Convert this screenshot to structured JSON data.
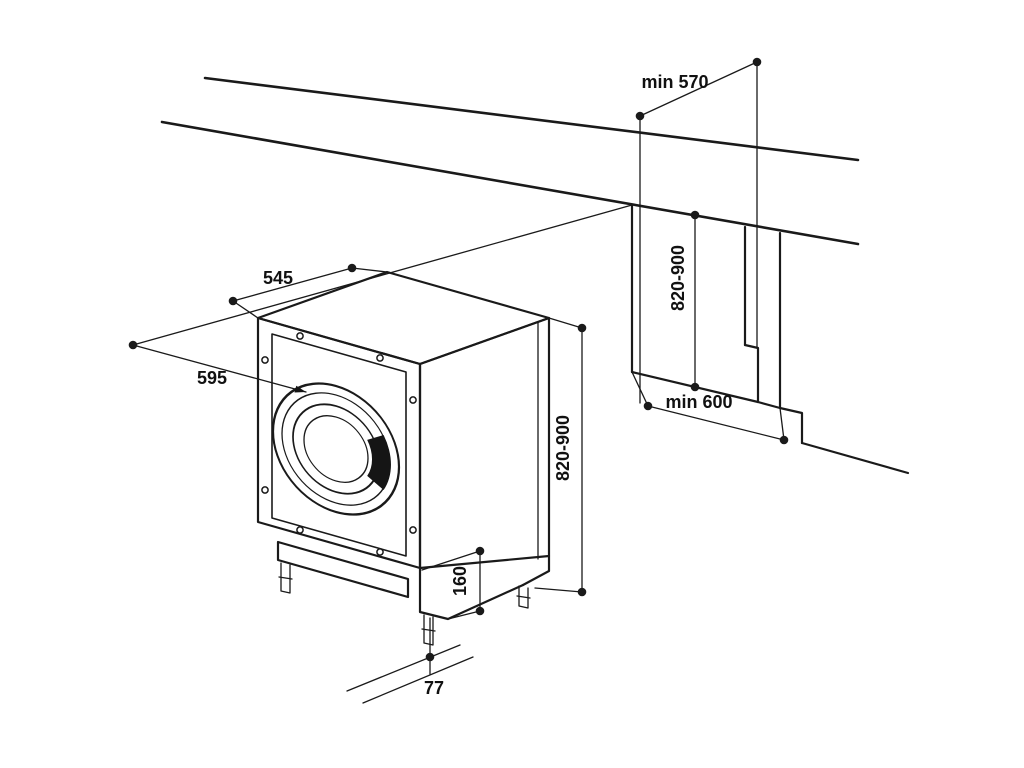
{
  "diagram": {
    "background_color": "#ffffff",
    "line_color": "#1a1a1a",
    "labels": {
      "counter_min_depth": "min 570",
      "niche_height_range": "820-900",
      "machine_top_depth": "545",
      "machine_front_width": "595",
      "machine_height_range": "820-900",
      "floor_min_depth": "min 600",
      "base_height": "160",
      "foot_offset": "77"
    }
  }
}
